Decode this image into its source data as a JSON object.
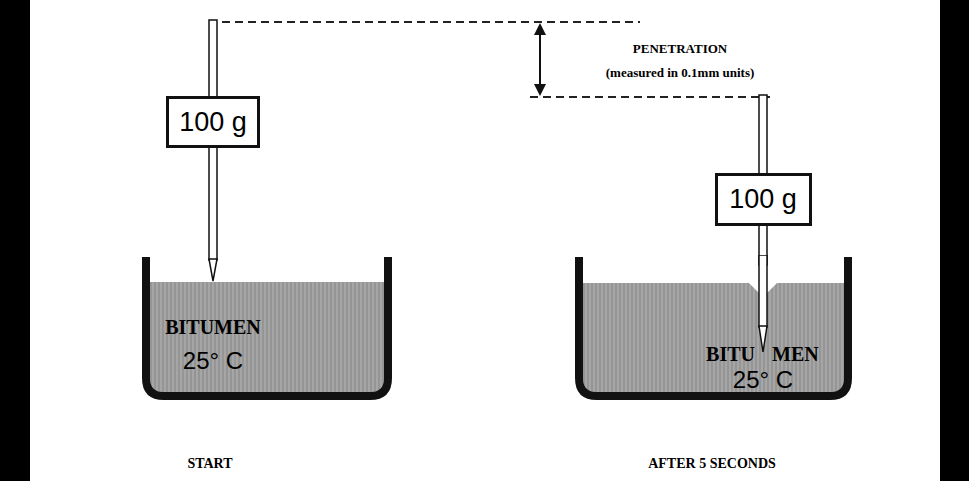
{
  "diagram": {
    "nodes": [
      {
        "text": [
          "100 g"
        ]
      },
      {
        "text": [
          "BITUMEN",
          "25° C"
        ]
      },
      {
        "text": [
          "100 g"
        ]
      },
      {
        "text": [
          "BITU",
          "MEN",
          "25° C"
        ]
      }
    ],
    "labels": [
      "PENETRATION",
      "(measured in 0.1mm units)",
      "START",
      "AFTER 5 SECONDS"
    ]
  }
}
